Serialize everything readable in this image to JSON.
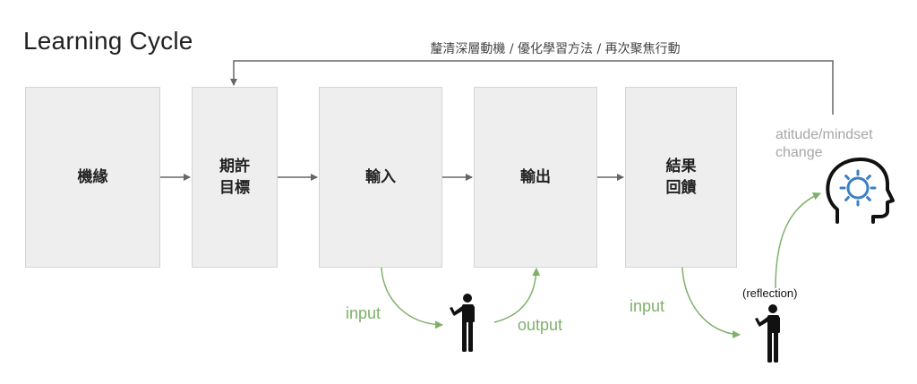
{
  "title": "Learning Cycle",
  "loop_label": "釐清深層動機 / 優化學習方法 / 再次聚焦行動",
  "boxes": [
    {
      "id": "jiyuan",
      "label": "機緣"
    },
    {
      "id": "qixu",
      "label": "期許\n目標"
    },
    {
      "id": "shuru",
      "label": "輸入"
    },
    {
      "id": "shuchu",
      "label": "輸出"
    },
    {
      "id": "jieguo",
      "label": "結果\n回饋"
    }
  ],
  "labels": {
    "input_1": "input",
    "output": "output",
    "input_2": "input",
    "reflection": "(reflection)",
    "mindset": "atitude/mindset\nchange"
  },
  "colors": {
    "box_fill": "#eeeeee",
    "arrow_gray": "#666666",
    "arrow_green": "#7fb06a",
    "brain_blue": "#3a7fc4"
  },
  "icons": [
    "person-icon",
    "person-icon",
    "brain-head-icon"
  ]
}
